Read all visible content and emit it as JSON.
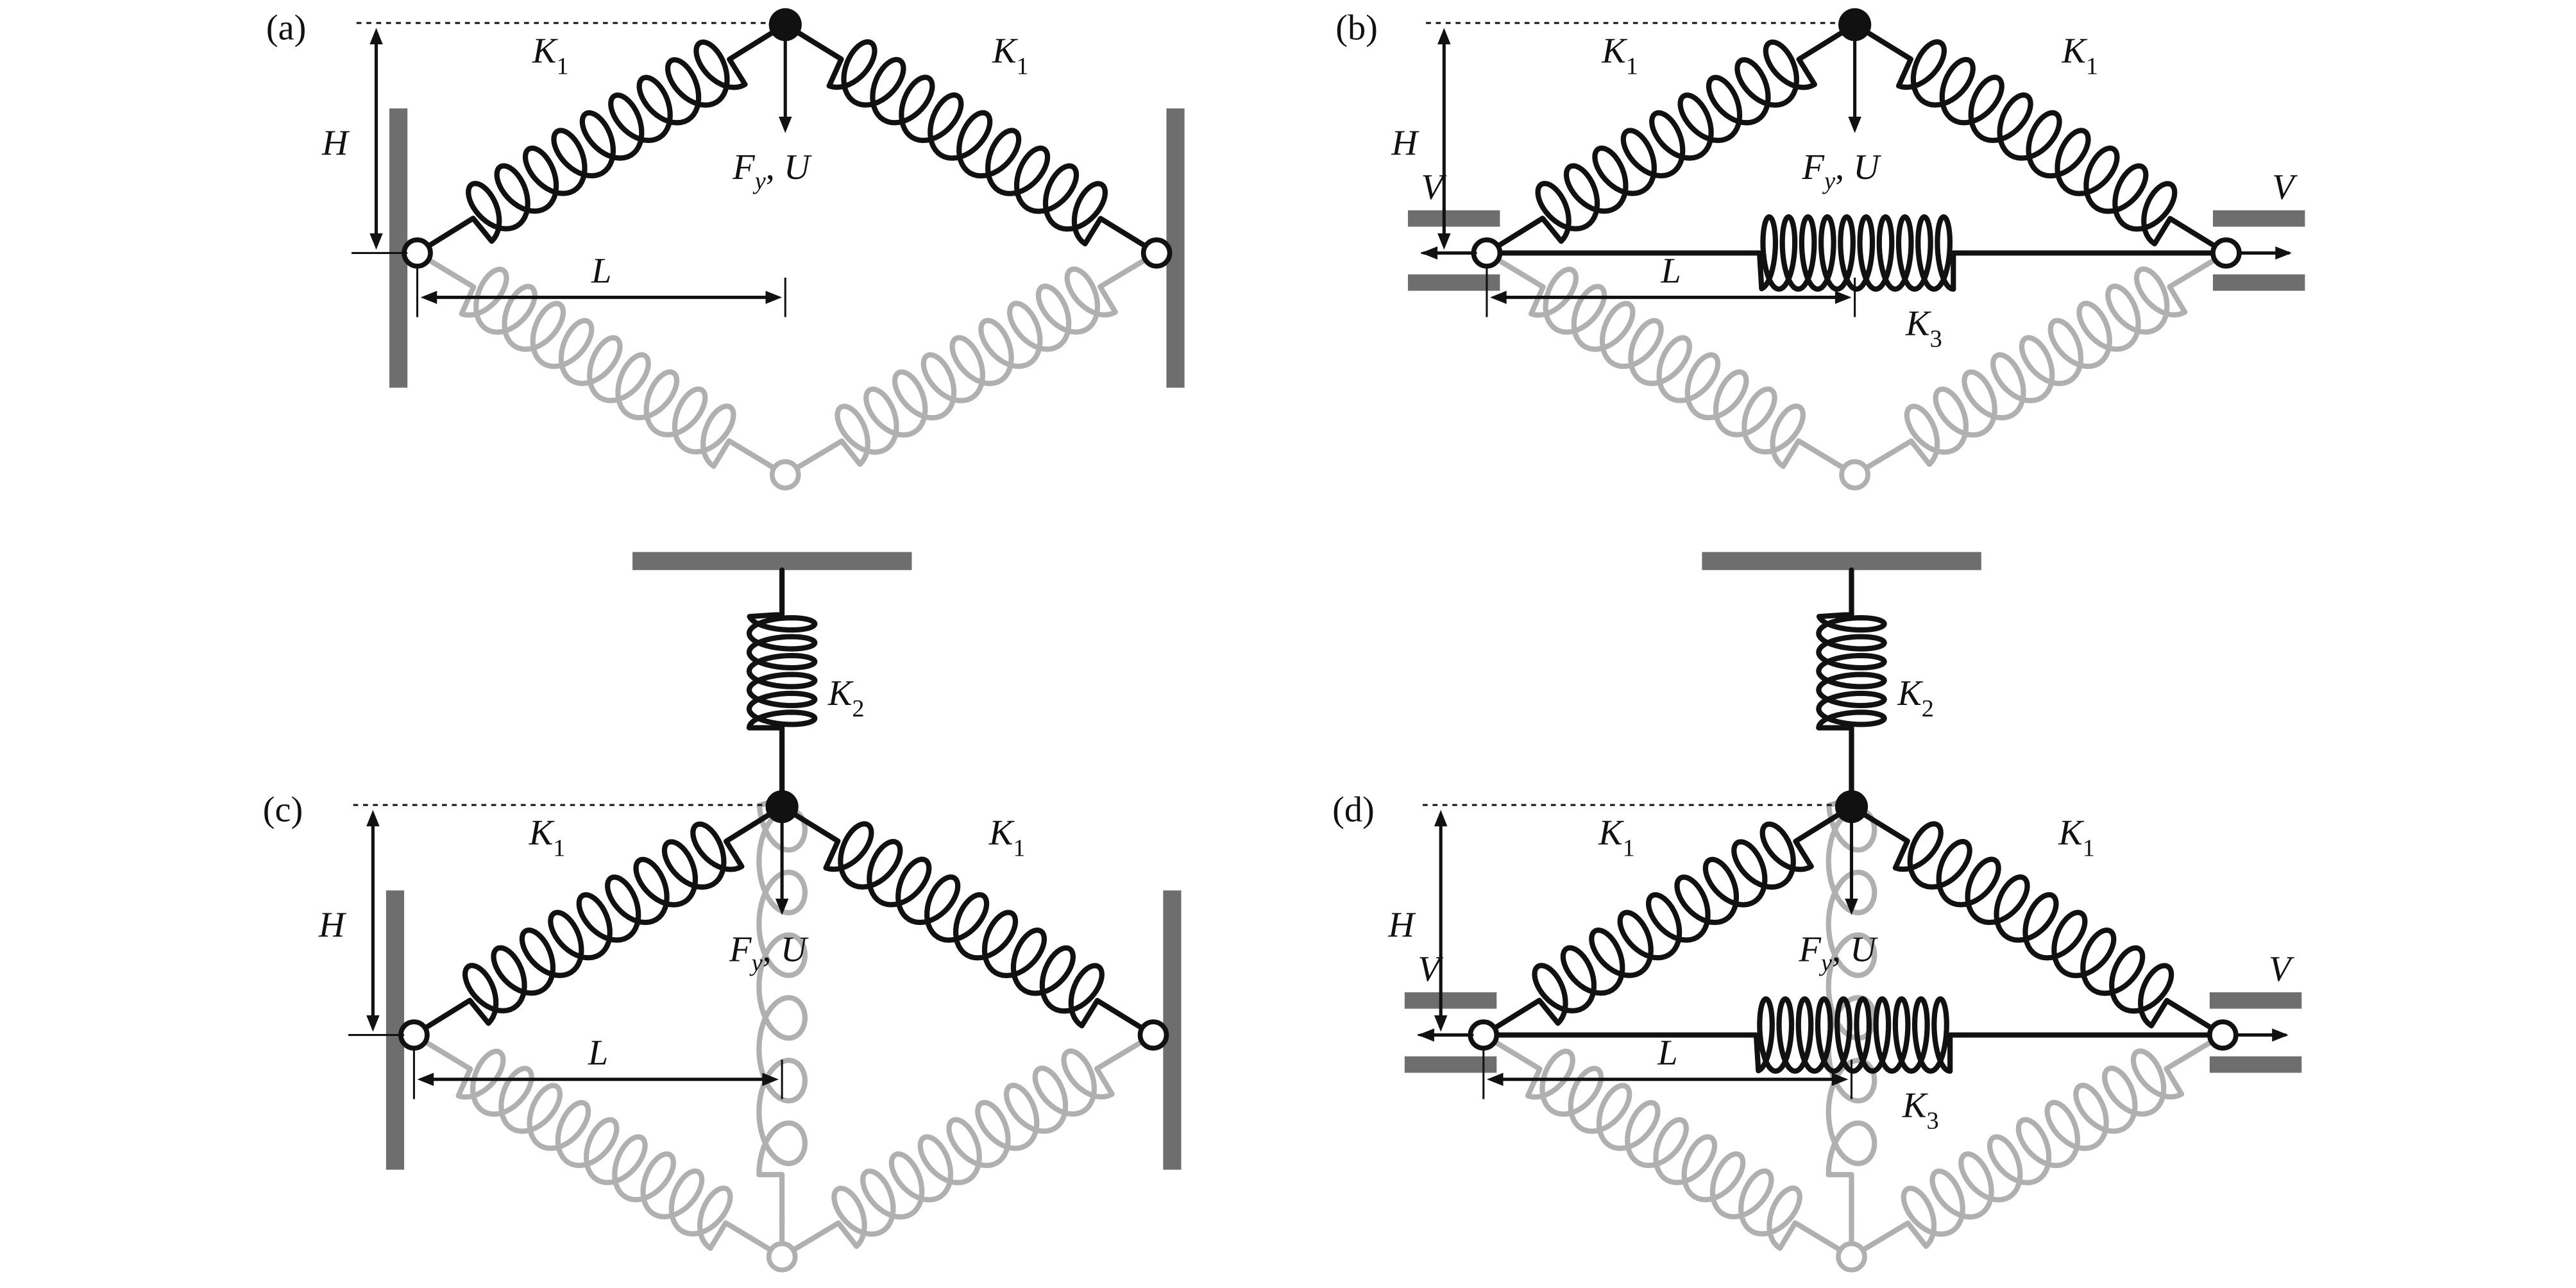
{
  "colors": {
    "active": "#111111",
    "ghost": "#b0b0b0",
    "wall": "#6e6e6e",
    "background": "#ffffff"
  },
  "icons": {
    "fixed_node": "filled-circle",
    "pinned_node": "hollow-circle",
    "support": "gray-bar"
  },
  "panels": [
    {
      "tag": "(a)",
      "k1_left": "K",
      "k1_left_sub": "1",
      "k1_right": "K",
      "k1_right_sub": "1",
      "height": "H",
      "length": "L",
      "force": "F",
      "force_sub": "y",
      "force_sep": ",",
      "disp": "U",
      "has_k2": false,
      "has_k3": false
    },
    {
      "tag": "(b)",
      "k1_left": "K",
      "k1_left_sub": "1",
      "k1_right": "K",
      "k1_right_sub": "1",
      "height": "H",
      "length": "L",
      "force": "F",
      "force_sub": "y",
      "force_sep": ",",
      "disp": "U",
      "v_left": "V",
      "v_right": "V",
      "k3": "K",
      "k3_sub": "3",
      "has_k2": false,
      "has_k3": true
    },
    {
      "tag": "(c)",
      "k1_left": "K",
      "k1_left_sub": "1",
      "k1_right": "K",
      "k1_right_sub": "1",
      "height": "H",
      "length": "L",
      "force": "F",
      "force_sub": "y",
      "force_sep": ",",
      "disp": "U",
      "k2": "K",
      "k2_sub": "2",
      "has_k2": true,
      "has_k3": false
    },
    {
      "tag": "(d)",
      "k1_left": "K",
      "k1_left_sub": "1",
      "k1_right": "K",
      "k1_right_sub": "1",
      "height": "H",
      "length": "L",
      "force": "F",
      "force_sub": "y",
      "force_sep": ",",
      "disp": "U",
      "k2": "K",
      "k2_sub": "2",
      "v_left": "V",
      "v_right": "V",
      "k3": "K",
      "k3_sub": "3",
      "has_k2": true,
      "has_k3": true
    }
  ]
}
